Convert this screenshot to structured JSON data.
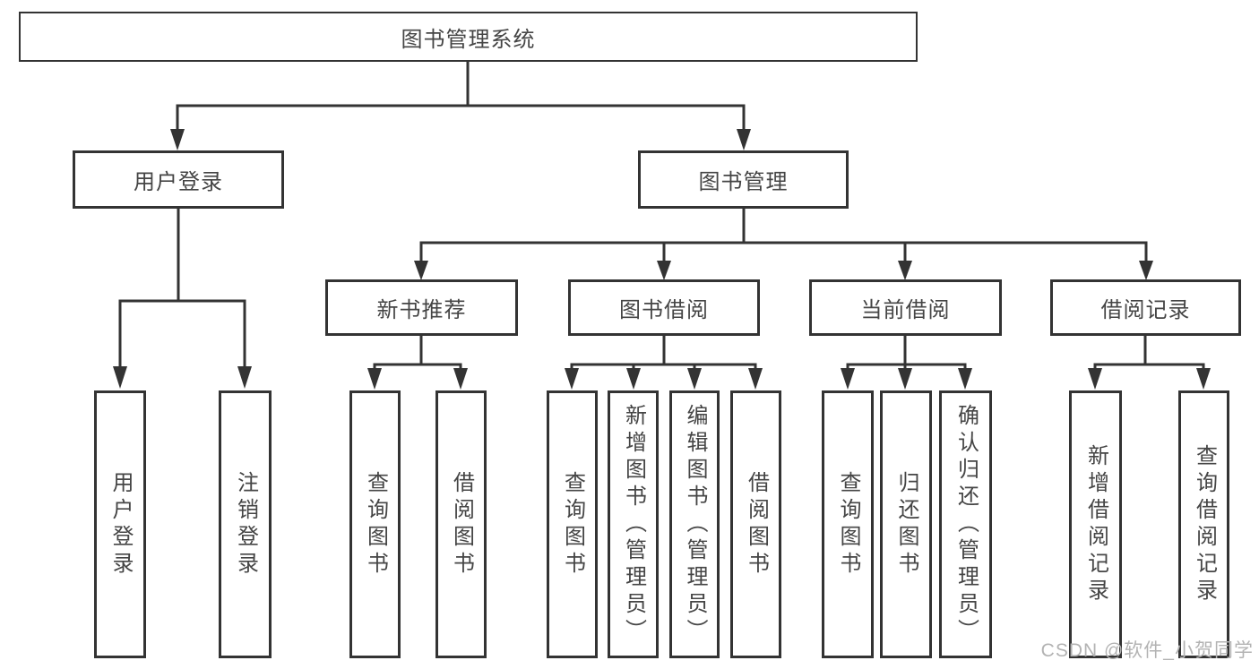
{
  "diagram": {
    "root": {
      "label": "图书管理系统",
      "children": [
        {
          "label": "用户登录",
          "children": [
            {
              "label": "用户登录"
            },
            {
              "label": "注销登录"
            }
          ]
        },
        {
          "label": "图书管理",
          "children": [
            {
              "label": "新书推荐",
              "children": [
                {
                  "label": "查询图书"
                },
                {
                  "label": "借阅图书"
                }
              ]
            },
            {
              "label": "图书借阅",
              "children": [
                {
                  "label": "查询图书"
                },
                {
                  "label": "新增图书（管理员）"
                },
                {
                  "label": "编辑图书（管理员）"
                },
                {
                  "label": "借阅图书"
                }
              ]
            },
            {
              "label": "当前借阅",
              "children": [
                {
                  "label": "查询图书"
                },
                {
                  "label": "归还图书"
                },
                {
                  "label": "确认归还（管理员）"
                }
              ]
            },
            {
              "label": "借阅记录",
              "children": [
                {
                  "label": "新增借阅记录"
                },
                {
                  "label": "查询借阅记录"
                }
              ]
            }
          ]
        }
      ]
    }
  },
  "watermark": {
    "text": "CSDN @软件_小贺同学"
  },
  "colors": {
    "line": "#333333",
    "text": "#454545",
    "watermark": "#b3b3b3",
    "background": "#ffffff"
  }
}
